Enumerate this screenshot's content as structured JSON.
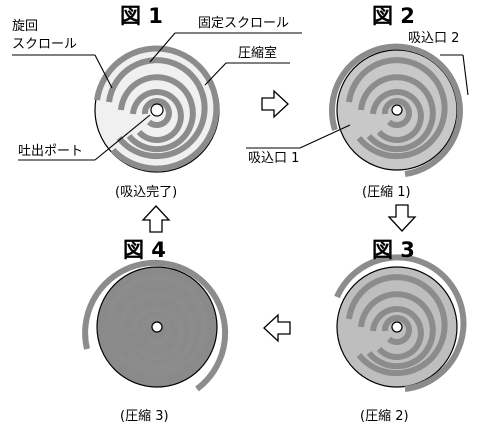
{
  "figures": [
    {
      "title": "図 1",
      "caption": "(吸込完了)"
    },
    {
      "title": "図 2",
      "caption": "(圧縮 1)"
    },
    {
      "title": "図 3",
      "caption": "(圧縮 2)"
    },
    {
      "title": "図 4",
      "caption": "(圧縮 3)"
    }
  ],
  "labels": {
    "orbiting_scroll_line1": "旋回",
    "orbiting_scroll_line2": "スクロール",
    "fixed_scroll": "固定スクロール",
    "compression_chamber": "圧縮室",
    "discharge_port": "吐出ポート",
    "suction_port_1": "吸込口 1",
    "suction_port_2": "吸込口 2"
  },
  "colors": {
    "scroll_wall": "#8c8c8c",
    "outline": "#000000",
    "fill_fig1": "#f0f0f0",
    "fill_fig2": "#c8c8c8",
    "fill_fig3": "#bebebe",
    "fill_fig4": "#8a8a8a"
  },
  "arrows": [
    "arrow-right-icon",
    "arrow-down-icon",
    "arrow-left-icon",
    "arrow-up-icon"
  ]
}
